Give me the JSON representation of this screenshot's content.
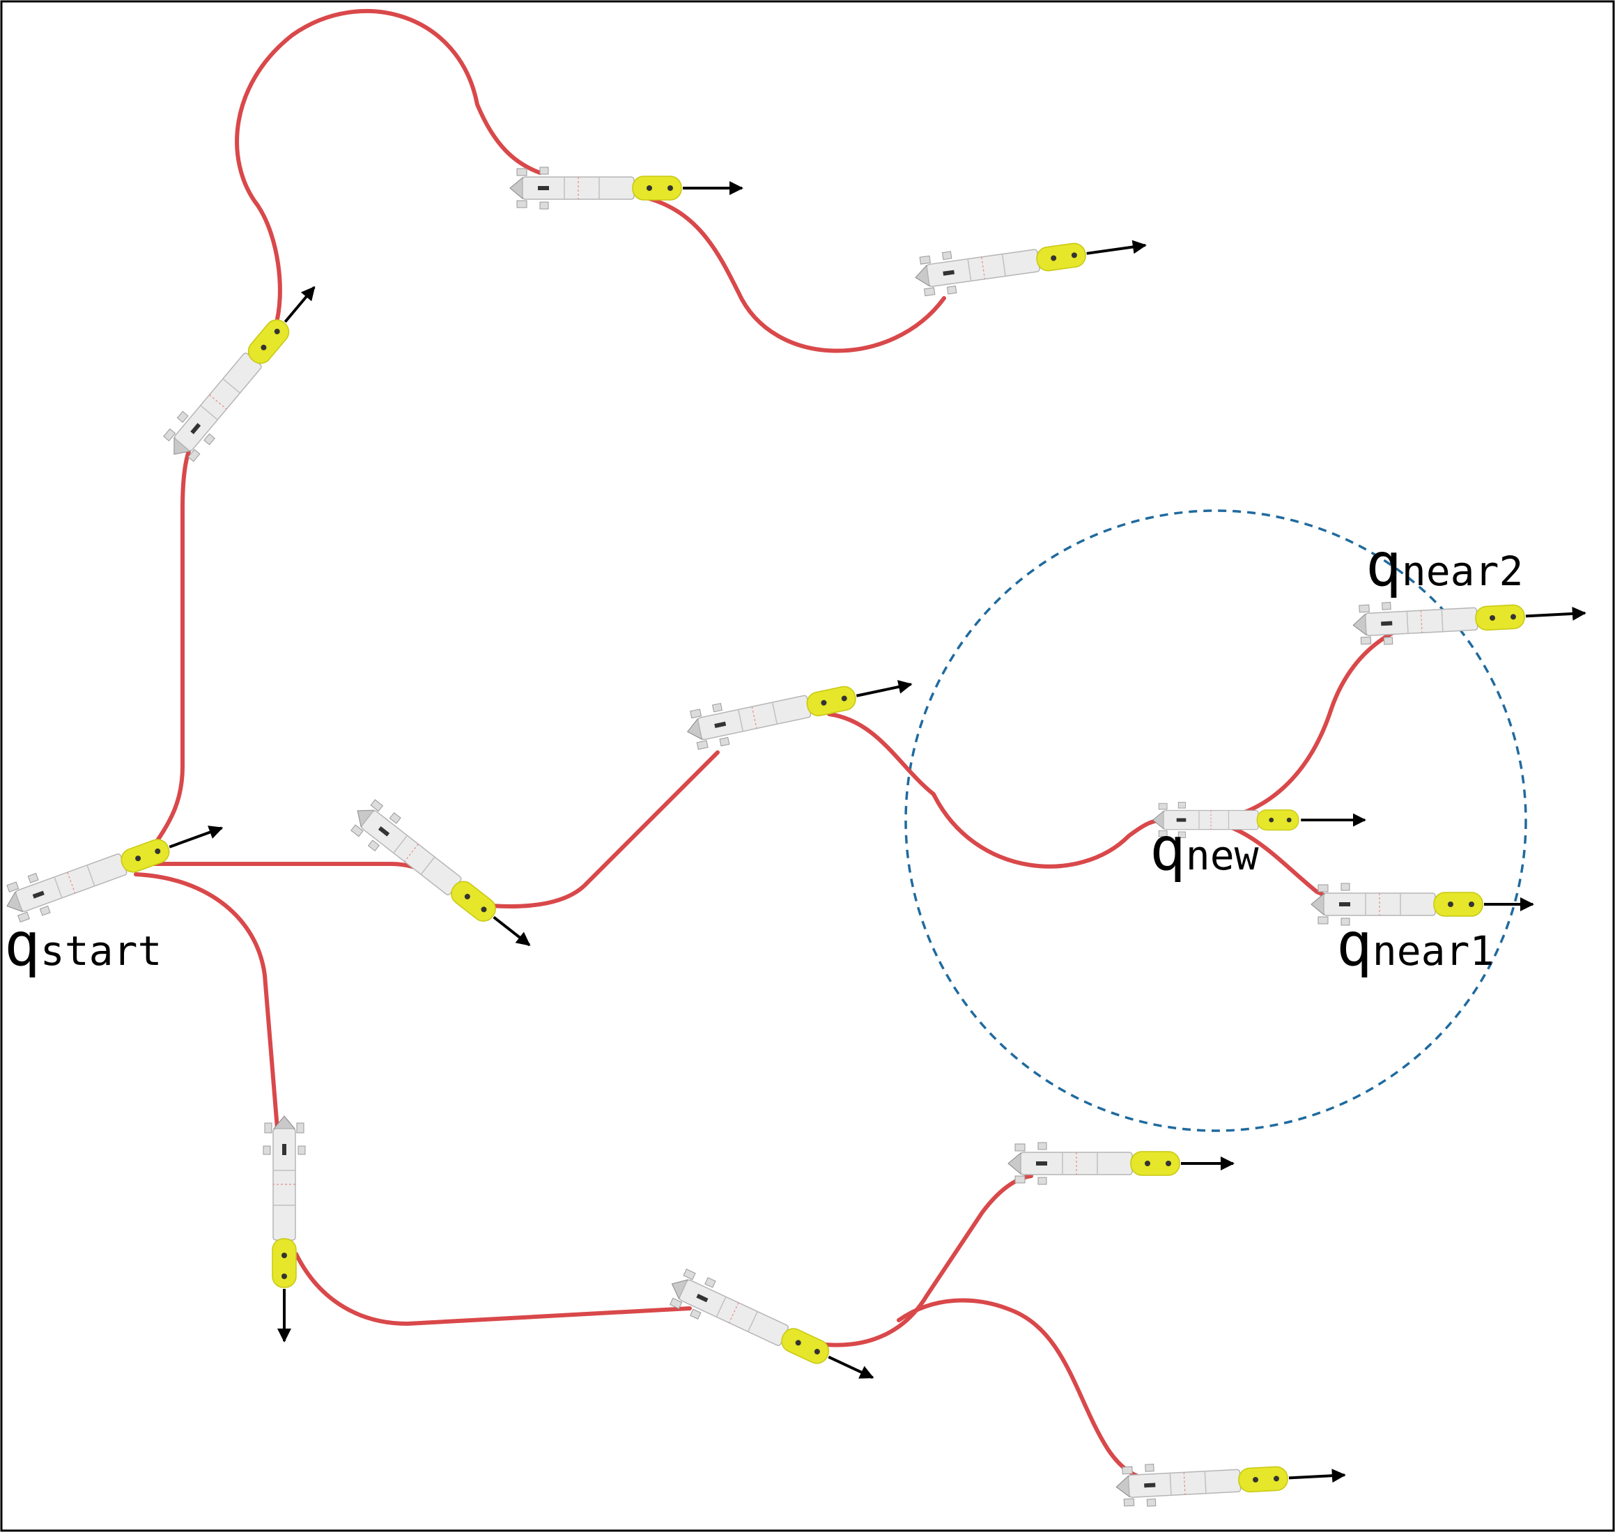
{
  "labels": {
    "start_main": "q",
    "start_sub": "start",
    "new_main": "q",
    "new_sub": "new",
    "near1_main": "q",
    "near1_sub": "near1",
    "near2_main": "q",
    "near2_sub": "near2"
  },
  "colors": {
    "path": "#d9484a",
    "robot_body": "#e9e9e9",
    "robot_head": "#e6e62a",
    "arrow": "#000000",
    "neighborhood_circle": "#1f6a9e",
    "frame": "#000000"
  }
}
